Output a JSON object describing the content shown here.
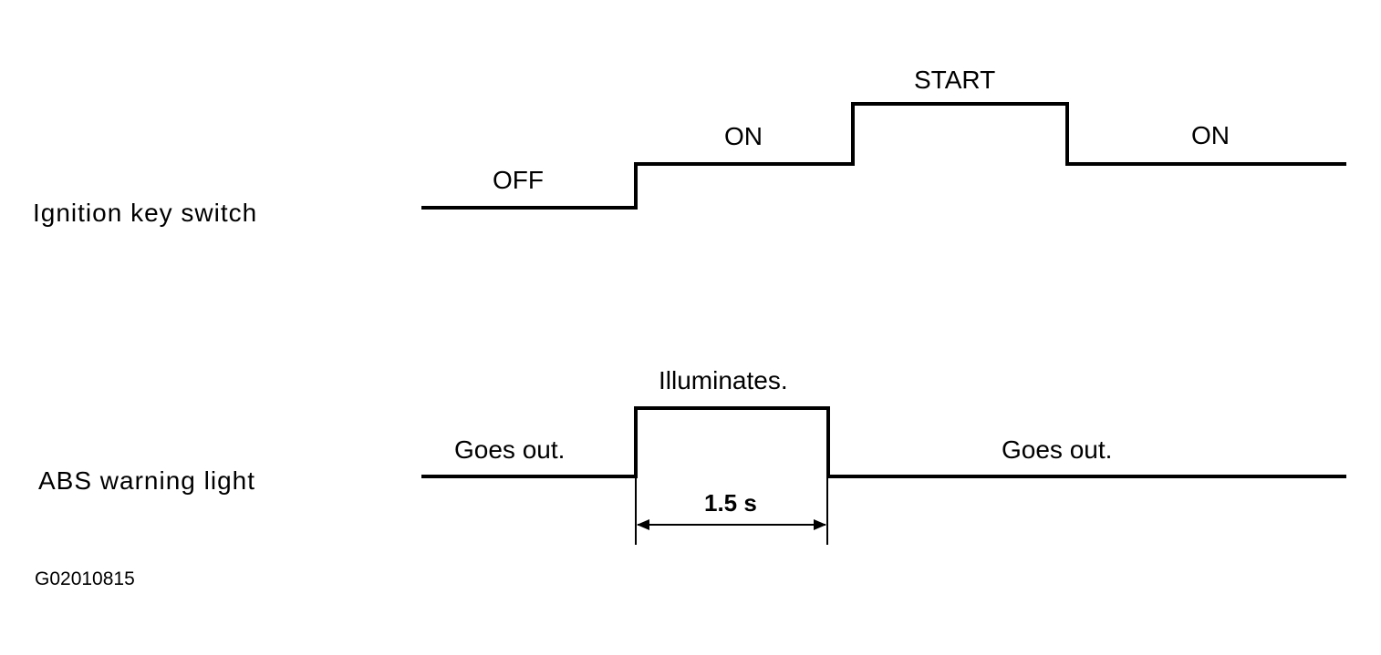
{
  "rows": {
    "ignition_label": "Ignition key switch",
    "abs_label": "ABS warning light"
  },
  "ignition_states": {
    "off": "OFF",
    "on_1": "ON",
    "start": "START",
    "on_2": "ON"
  },
  "abs_states": {
    "out_1": "Goes out.",
    "illuminates": "Illuminates.",
    "out_2": "Goes out."
  },
  "duration": {
    "label": "1.5 s"
  },
  "figure_code": "G02010815",
  "colors": {
    "line": "#000000",
    "background": "#ffffff"
  }
}
